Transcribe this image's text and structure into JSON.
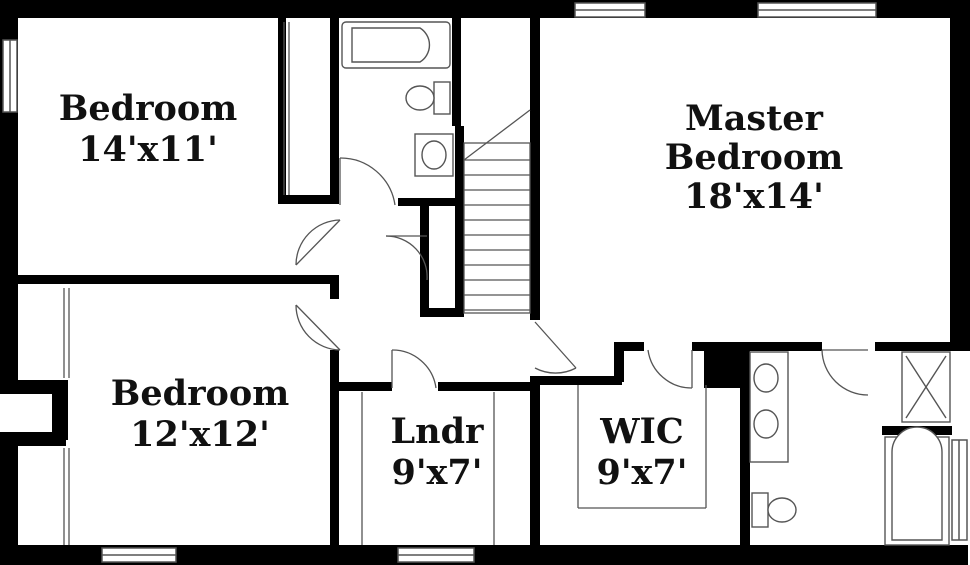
{
  "floor_plan": {
    "rooms": [
      {
        "id": "bedroom-1",
        "name": "Bedroom",
        "size": "14'x11'"
      },
      {
        "id": "bedroom-2",
        "name": "Bedroom",
        "size": "12'x12'"
      },
      {
        "id": "master",
        "name_line1": "Master",
        "name_line2": "Bedroom",
        "size": "18'x14'"
      },
      {
        "id": "laundry",
        "name": "Lndr",
        "size": "9'x7'"
      },
      {
        "id": "wic",
        "name": "WIC",
        "size": "9'x7'"
      }
    ],
    "colors": {
      "wall": "#000000",
      "fixture": "#555555",
      "background": "#ffffff"
    }
  }
}
